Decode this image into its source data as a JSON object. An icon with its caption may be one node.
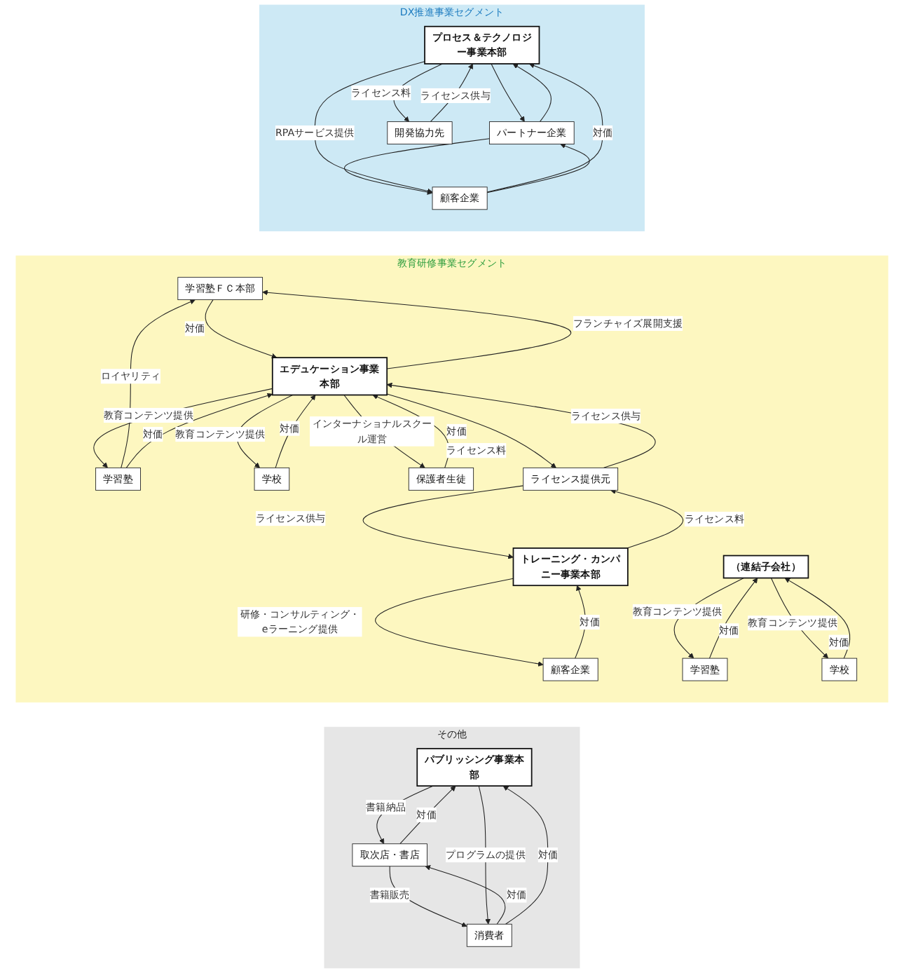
{
  "diagram": {
    "nodes": [
      {
        "text": [
          "DX推進事業セグメント"
        ]
      },
      {
        "text": [
          "プロセス＆テクノロジー事業本部"
        ],
        "in": 0
      },
      {
        "text": [
          "顧客企業"
        ],
        "in": 0
      },
      {
        "text": [
          "パートナー企業"
        ],
        "in": 0
      },
      {
        "text": [
          "開発協力先"
        ],
        "in": 0
      },
      {
        "text": [
          "教育研修事業セグメント"
        ]
      },
      {
        "text": [
          "学習塾ＦＣ本部"
        ],
        "in": 5
      },
      {
        "text": [
          "学習塾"
        ],
        "in": 5
      },
      {
        "text": [
          "エデュケーション事業本部"
        ],
        "in": 5
      },
      {
        "text": [
          "学校"
        ],
        "in": 5
      },
      {
        "text": [
          "保護者生徒"
        ],
        "in": 5
      },
      {
        "text": [
          "ライセンス提供元"
        ],
        "in": 5
      },
      {
        "text": [
          "トレーニング・カンパニー事業本部"
        ],
        "in": 5
      },
      {
        "text": [
          "顧客企業"
        ],
        "in": 5
      },
      {
        "text": [
          "学習塾"
        ],
        "in": 5
      },
      {
        "text": [
          "（連結子会社）"
        ],
        "in": 5
      },
      {
        "text": [
          "学校"
        ],
        "in": 5
      },
      {
        "text": [
          "その他"
        ]
      },
      {
        "text": [
          "パブリッシング事業本部"
        ],
        "in": 17
      },
      {
        "text": [
          "取次店・書店"
        ],
        "in": 17
      },
      {
        "text": [
          "消費者"
        ],
        "in": 17
      }
    ],
    "edges": [
      {
        "from": 1,
        "to": 3,
        "arrow": "to"
      },
      {
        "from": 3,
        "to": 2,
        "arrow": "to"
      },
      {
        "from": 1,
        "to": 2,
        "arrow": "to",
        "label": "RPAサービス提供"
      },
      {
        "from": 2,
        "to": 1,
        "arrow": "to",
        "label": "対価"
      },
      {
        "from": 2,
        "to": 3,
        "arrow": "to"
      },
      {
        "from": 3,
        "to": 1,
        "arrow": "to"
      },
      {
        "from": 1,
        "to": 4,
        "arrow": "to",
        "label": "ライセンス料"
      },
      {
        "from": 4,
        "to": 1,
        "arrow": "to",
        "label": "ライセンス供与"
      },
      {
        "from": 8,
        "to": 6,
        "arrow": "to",
        "label": "フランチャイズ展開支援"
      },
      {
        "from": 6,
        "to": 8,
        "arrow": "to",
        "label": "対価"
      },
      {
        "from": 7,
        "to": 6,
        "arrow": "to",
        "label": "ロイヤリティ"
      },
      {
        "from": 8,
        "to": 7,
        "arrow": "to",
        "label": "教育コンテンツ提供"
      },
      {
        "from": 7,
        "to": 8,
        "arrow": "to",
        "label": "対価"
      },
      {
        "from": 8,
        "to": 9,
        "arrow": "to",
        "label": "教育コンテンツ提供"
      },
      {
        "from": 9,
        "to": 8,
        "arrow": "to",
        "label": "対価"
      },
      {
        "from": 8,
        "to": 10,
        "arrow": "to",
        "label": "インターナショナルスクール運営"
      },
      {
        "from": 10,
        "to": 8,
        "arrow": "to",
        "label": "対価"
      },
      {
        "from": 11,
        "to": 8,
        "arrow": "to",
        "label": "ライセンス供与"
      },
      {
        "from": 8,
        "to": 11,
        "arrow": "to",
        "label": "ライセンス料"
      },
      {
        "from": 12,
        "to": 11,
        "arrow": "to",
        "label": "ライセンス料"
      },
      {
        "from": 11,
        "to": 12,
        "arrow": "to",
        "label": "ライセンス供与"
      },
      {
        "from": 12,
        "to": 13,
        "arrow": "to",
        "label": "研修・コンサルティング・eラーニング提供"
      },
      {
        "from": 13,
        "to": 12,
        "arrow": "to",
        "label": "対価"
      },
      {
        "from": 15,
        "to": 14,
        "arrow": "to",
        "label": "教育コンテンツ提供"
      },
      {
        "from": 14,
        "to": 15,
        "arrow": "to",
        "label": "対価"
      },
      {
        "from": 15,
        "to": 16,
        "arrow": "to",
        "label": "教育コンテンツ提供"
      },
      {
        "from": 16,
        "to": 15,
        "arrow": "to",
        "label": "対価"
      },
      {
        "from": 18,
        "to": 19,
        "arrow": "to",
        "label": "書籍納品"
      },
      {
        "from": 19,
        "to": 18,
        "arrow": "to",
        "label": "対価"
      },
      {
        "from": 19,
        "to": 20,
        "arrow": "to",
        "label": "書籍販売"
      },
      {
        "from": 20,
        "to": 19,
        "arrow": "to",
        "label": "対価"
      },
      {
        "from": 18,
        "to": 20,
        "arrow": "to",
        "label": "プログラムの提供"
      },
      {
        "from": 20,
        "to": 18,
        "arrow": "to",
        "label": "対価"
      }
    ]
  }
}
